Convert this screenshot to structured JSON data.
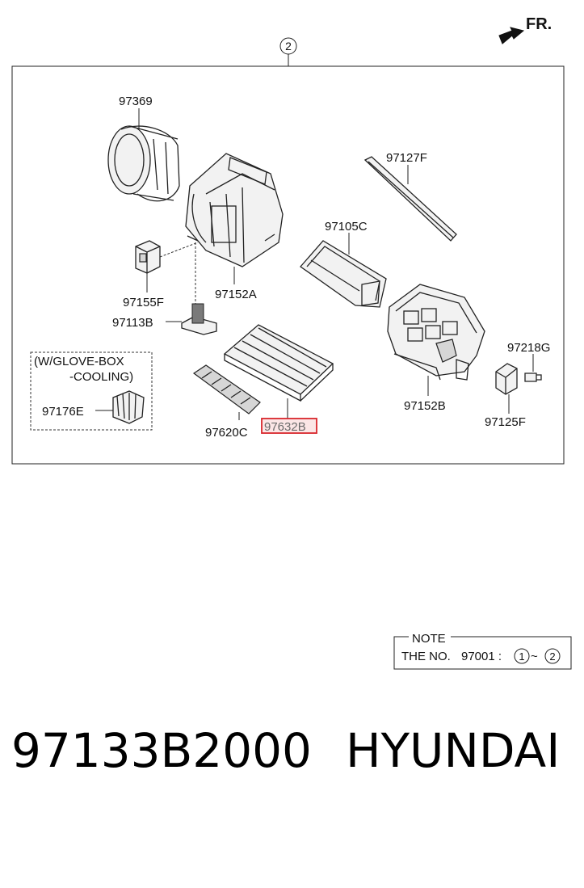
{
  "diagram": {
    "direction_label": "FR.",
    "group_marker": "2",
    "parts": [
      {
        "id": "97369",
        "label": "97369"
      },
      {
        "id": "97127F",
        "label": "97127F"
      },
      {
        "id": "97105C",
        "label": "97105C"
      },
      {
        "id": "97155F",
        "label": "97155F"
      },
      {
        "id": "97152A",
        "label": "97152A"
      },
      {
        "id": "97113B",
        "label": "97113B"
      },
      {
        "id": "97218G",
        "label": "97218G"
      },
      {
        "id": "97176E",
        "label": "97176E"
      },
      {
        "id": "97152B",
        "label": "97152B"
      },
      {
        "id": "97125F",
        "label": "97125F"
      },
      {
        "id": "97620C",
        "label": "97620C"
      },
      {
        "id": "97632B",
        "label": "97632B",
        "highlighted": true
      }
    ],
    "option_box": {
      "line1": "(W/GLOVE-BOX",
      "line2": "-COOLING)"
    },
    "note": {
      "title": "NOTE",
      "text": "THE NO.",
      "part_no": "97001 :",
      "from_marker": "1",
      "range_sep": "~",
      "to_marker": "2"
    },
    "highlight_color": "#d9262c"
  },
  "caption": {
    "part_number": "97133B2000",
    "brand": "HYUNDAI"
  }
}
